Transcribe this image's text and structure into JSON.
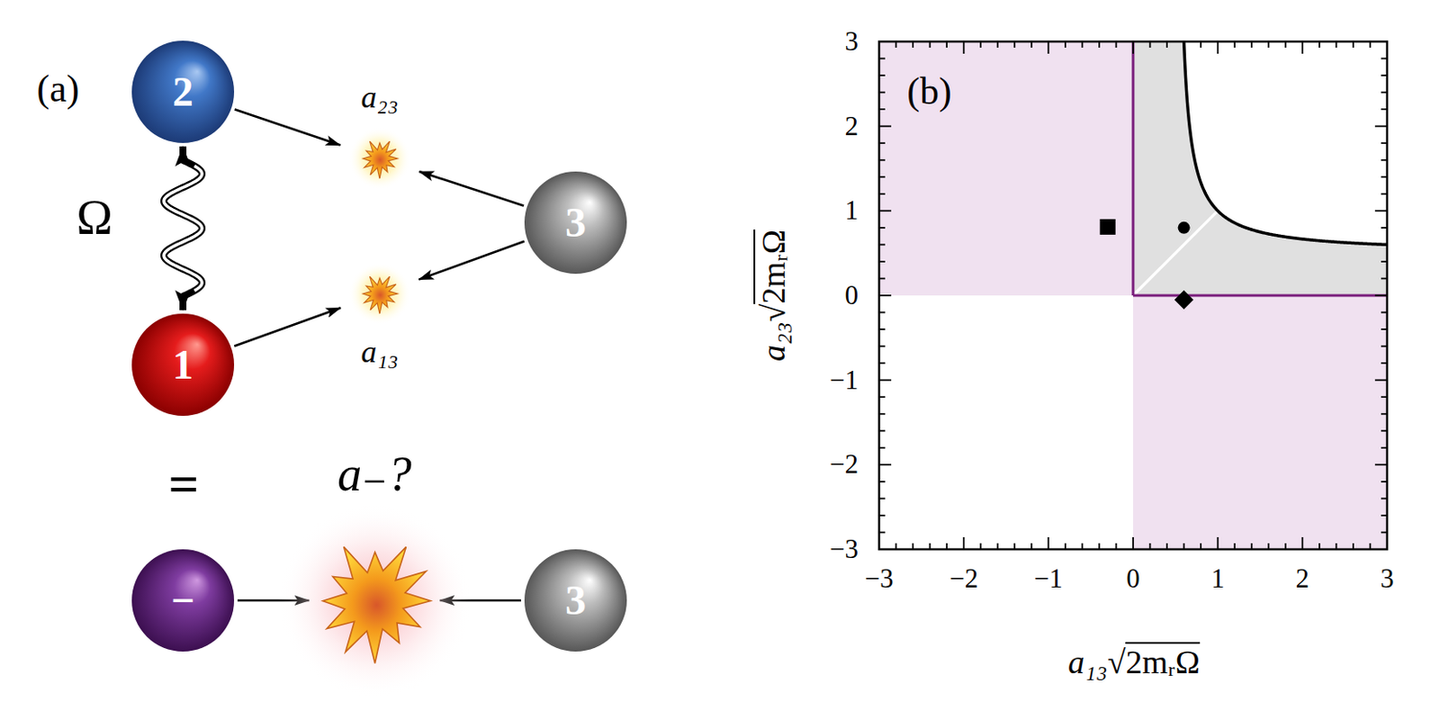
{
  "diagram": {
    "nodes": [
      {
        "text": [
          "2"
        ]
      },
      {
        "text": [
          "a₂₃"
        ]
      },
      {
        "text": [
          "3"
        ]
      },
      {
        "text": [
          "a₁₃"
        ]
      },
      {
        "text": [
          "1"
        ]
      },
      {
        "text": [
          "−"
        ]
      },
      {
        "text": [
          "a₋?"
        ]
      },
      {
        "text": [
          "3"
        ]
      }
    ],
    "edges": [
      {
        "from": 0,
        "to": 1,
        "arrow": "to"
      },
      {
        "from": 2,
        "to": 1,
        "arrow": "to"
      },
      {
        "from": 4,
        "to": 3,
        "arrow": "to"
      },
      {
        "from": 2,
        "to": 3,
        "arrow": "to"
      },
      {
        "from": 4,
        "to": 0,
        "arrow": "both",
        "label": "Ω"
      },
      {
        "from": 5,
        "to": 6,
        "arrow": "to"
      },
      {
        "from": 7,
        "to": 6,
        "arrow": "to"
      }
    ],
    "labels": [
      "(a)",
      "=",
      "(b)",
      "−3",
      "−2",
      "−1",
      "0",
      "1",
      "2",
      "3",
      "−3",
      "−2",
      "−1",
      "0",
      "1",
      "2",
      "3",
      "a₁₃√2mᵣΩ",
      "a₂₃√2mᵣΩ"
    ]
  }
}
